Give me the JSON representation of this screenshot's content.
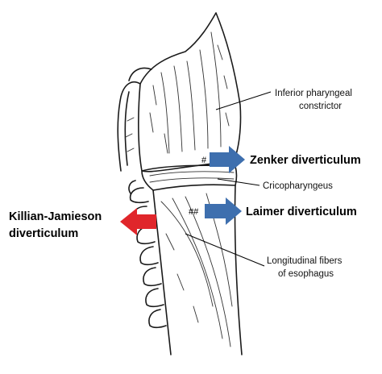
{
  "labels": {
    "inferior_pharyngeal_constrictor": [
      "Inferior pharyngeal",
      "constrictor"
    ],
    "zenker": "Zenker diverticulum",
    "cricopharyngeus": "Cricopharyngeus",
    "laimer": "Laimer diverticulum",
    "killian_jamieson": [
      "Killian-Jamieson",
      "diverticulum"
    ],
    "longitudinal_fibers": [
      "Longitudinal fibers",
      "of esophagus"
    ],
    "zenker_marker": "#",
    "laimer_marker": "##"
  },
  "colors": {
    "blue_arrow": "#3e6fae",
    "red_arrow": "#e0262b",
    "ink": "#1a1a1a"
  }
}
